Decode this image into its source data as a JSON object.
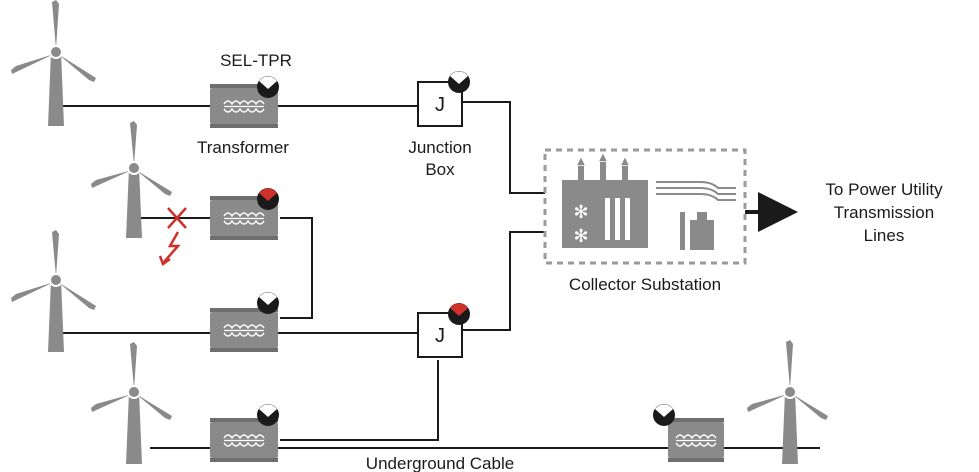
{
  "labels": {
    "sel_tpr": "SEL-TPR",
    "transformer": "Transformer",
    "junction_box_line1": "Junction",
    "junction_box_line2": "Box",
    "junction_symbol_top": "J",
    "junction_symbol_bottom": "J",
    "collector_substation": "Collector Substation",
    "output_line1": "To Power Utility",
    "output_line2": "Transmission",
    "output_line3": "Lines",
    "underground_cable": "Underground Cable"
  },
  "colors": {
    "wire": "#1a1a1a",
    "equipment_gray": "#8a8a8a",
    "relay_alarm": "#d0302a",
    "relay_normal": "#1a1a1a",
    "fault_red": "#d0302a",
    "substation_border": "#9a9a9a"
  },
  "icons": {
    "turbine": "wind-turbine-icon",
    "transformer": "transformer-icon",
    "relay": "relay-indicator-icon",
    "fault": "fault-lightning-icon"
  },
  "relays": [
    {
      "id": "turbine1",
      "status": "normal"
    },
    {
      "id": "junction_top",
      "status": "normal"
    },
    {
      "id": "turbine2",
      "status": "alarm"
    },
    {
      "id": "turbine3",
      "status": "normal"
    },
    {
      "id": "junction_bottom",
      "status": "alarm"
    },
    {
      "id": "turbine4",
      "status": "normal"
    },
    {
      "id": "turbine5",
      "status": "normal"
    }
  ]
}
